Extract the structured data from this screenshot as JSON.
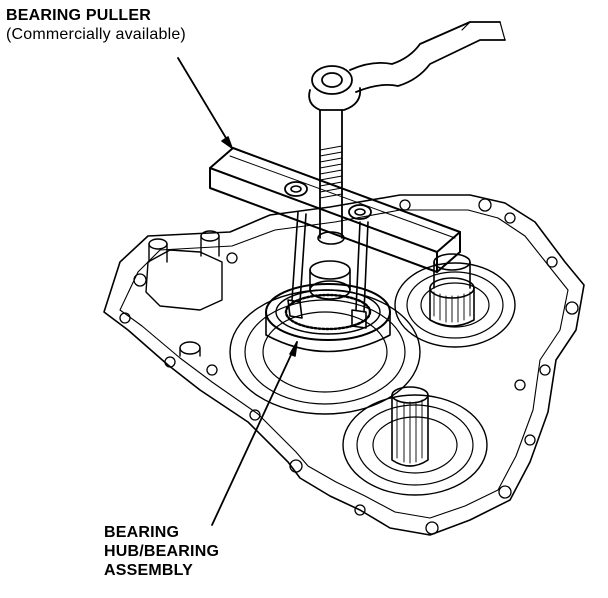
{
  "labels": {
    "puller_title": "BEARING PULLER",
    "puller_note": "(Commercially available)",
    "bearing_line1": "BEARING",
    "bearing_line2": "HUB/BEARING",
    "bearing_line3": "ASSEMBLY"
  }
}
